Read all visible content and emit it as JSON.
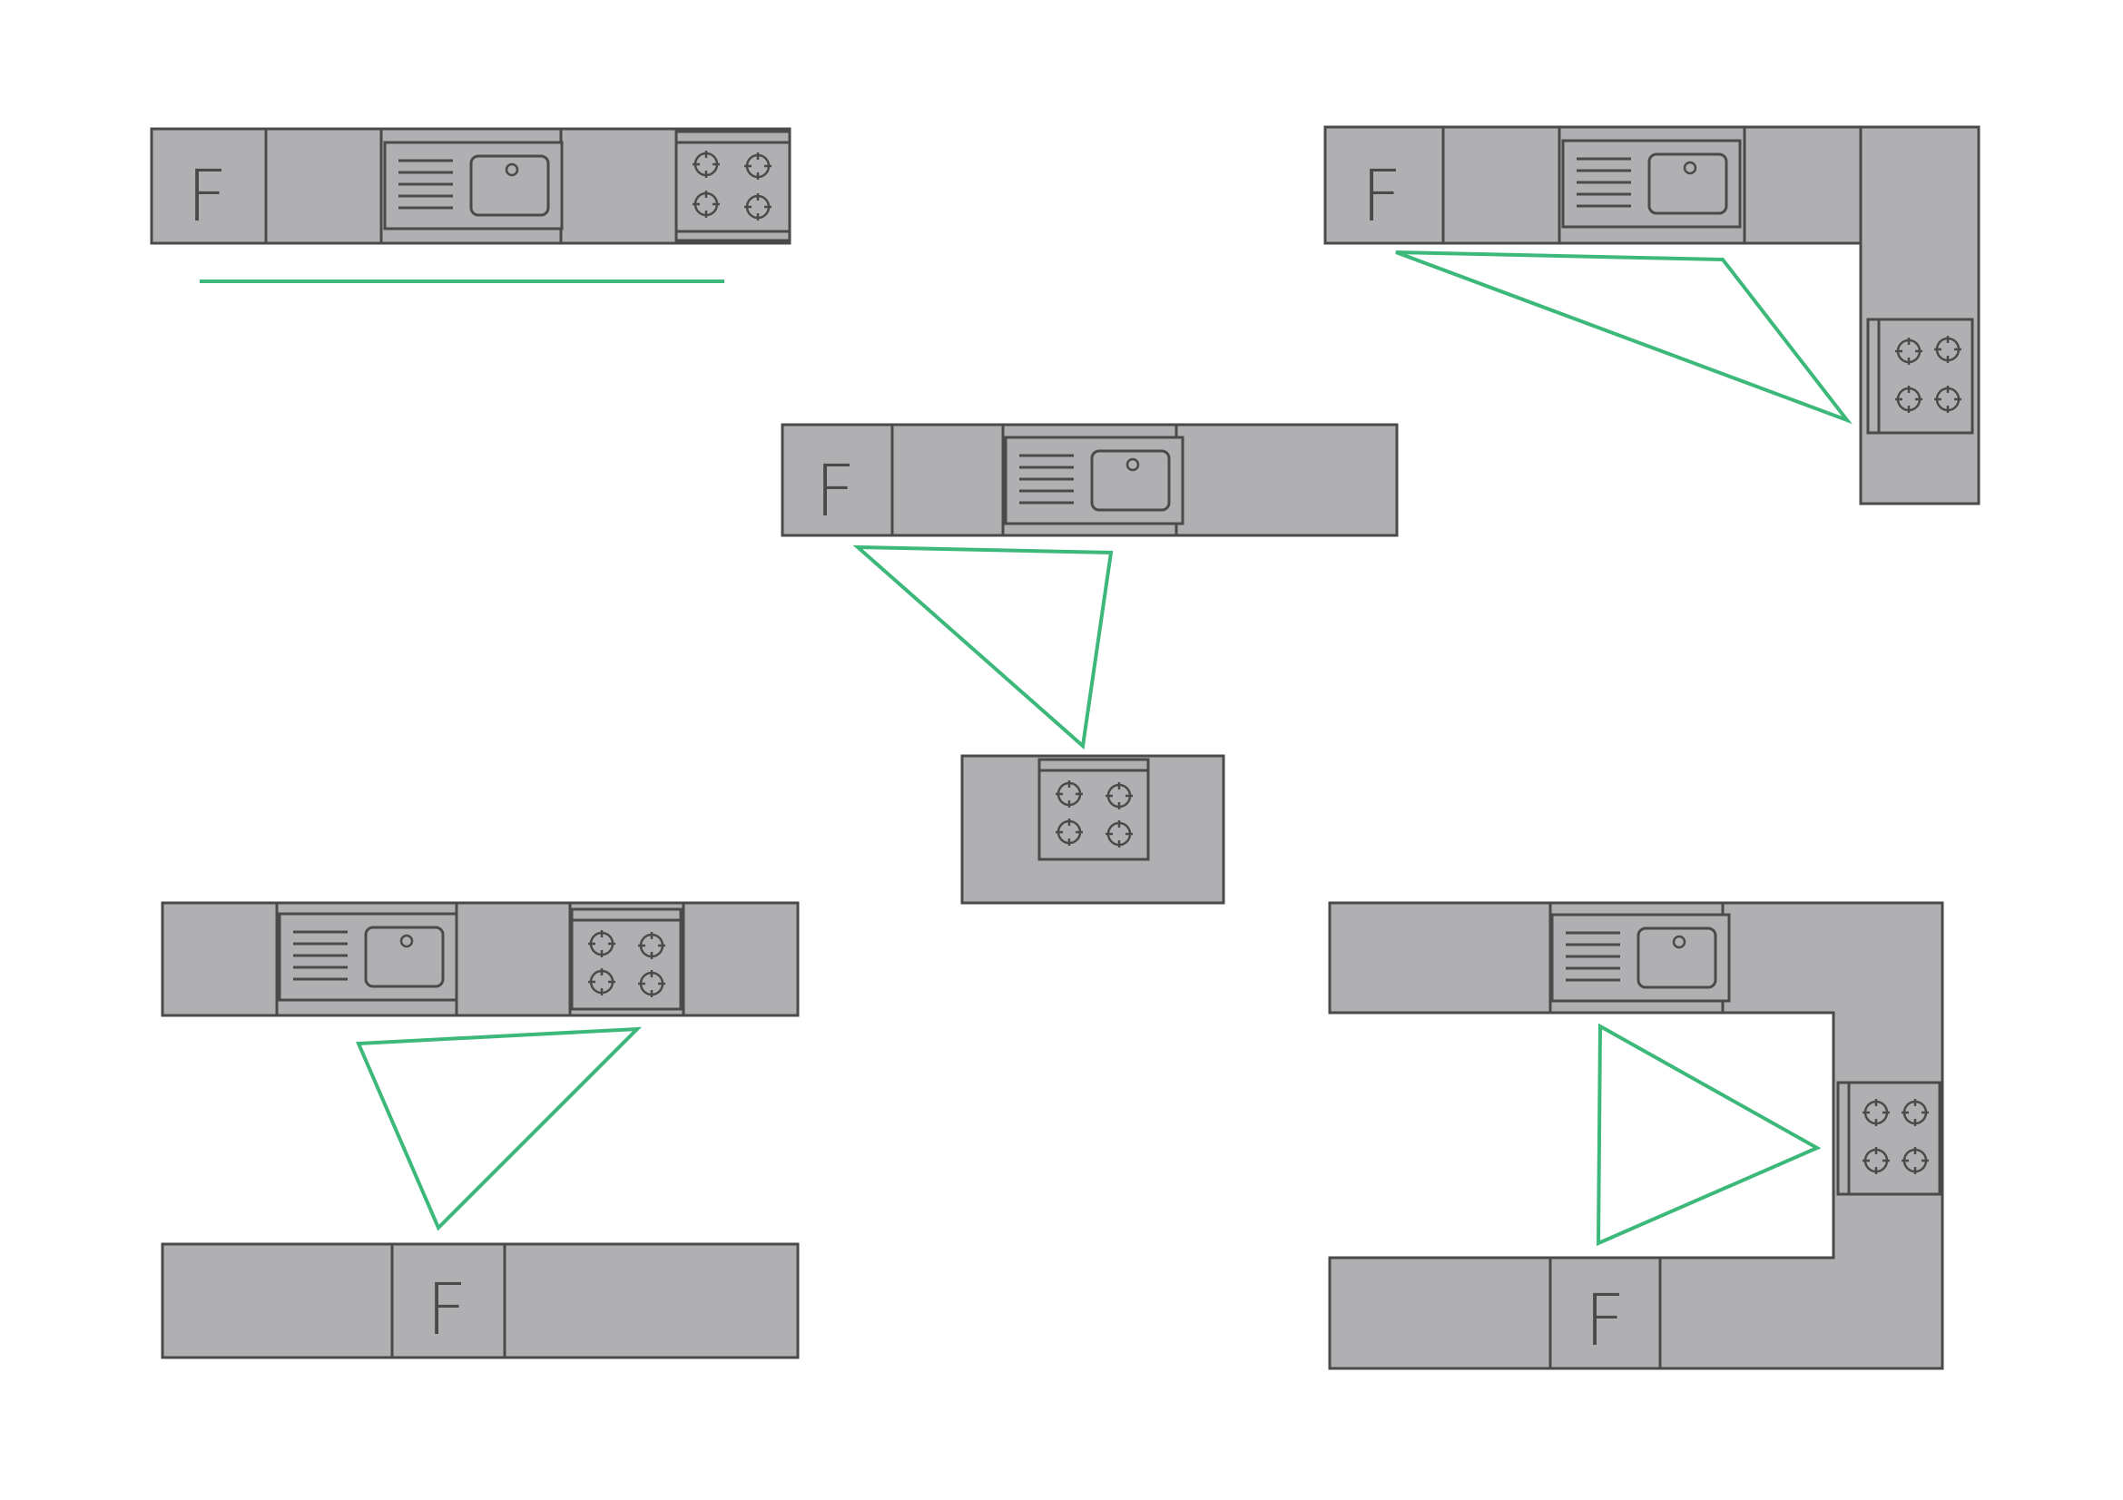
{
  "fridge_label": "F",
  "colors": {
    "counter": "#b0b0b2",
    "outline": "#4a4a4a",
    "work_triangle": "#3cb87a",
    "background": "#ffffff"
  },
  "layouts": [
    {
      "id": "single-wall",
      "appliances": [
        "fridge",
        "sink",
        "hob"
      ],
      "work_path": "line"
    },
    {
      "id": "l-shape",
      "appliances": [
        "fridge",
        "sink",
        "hob"
      ],
      "work_path": "triangle"
    },
    {
      "id": "island",
      "appliances": [
        "fridge",
        "sink",
        "hob"
      ],
      "work_path": "triangle"
    },
    {
      "id": "galley",
      "appliances": [
        "sink",
        "hob",
        "fridge"
      ],
      "work_path": "triangle"
    },
    {
      "id": "u-shape",
      "appliances": [
        "sink",
        "hob",
        "fridge"
      ],
      "work_path": "triangle"
    }
  ]
}
